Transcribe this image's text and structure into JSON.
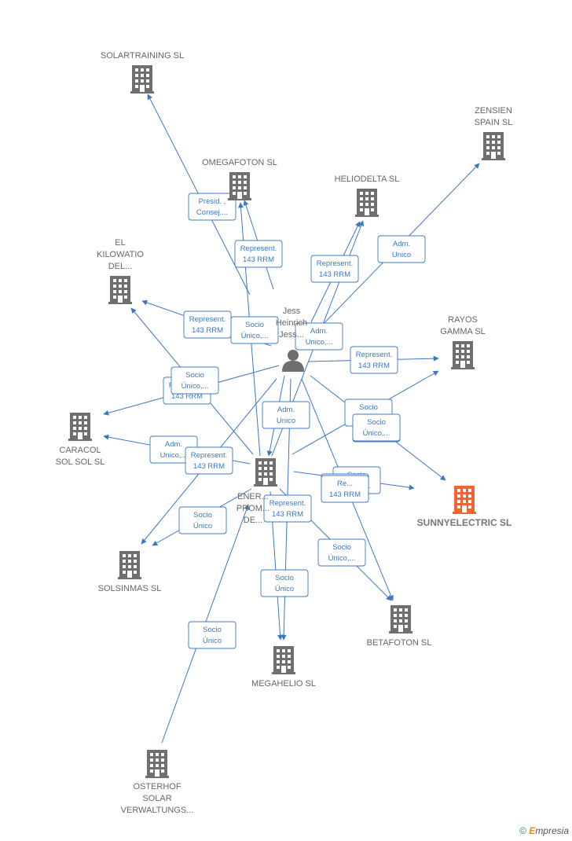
{
  "colors": {
    "edge": "#3b78c2",
    "building": "#6f6f6f",
    "building_highlight": "#f26533",
    "person": "#6f6f6f",
    "label": "#666666",
    "box_border": "#3b78c2",
    "box_fill": "#ffffff"
  },
  "nodes": [
    {
      "id": "solartraining",
      "type": "building",
      "label": [
        "SOLARTRAINING SL"
      ]
    },
    {
      "id": "zensien",
      "type": "building",
      "label": [
        "ZENSIEN",
        "SPAIN SL"
      ]
    },
    {
      "id": "omegafoton",
      "type": "building",
      "label": [
        "OMEGAFOTON SL"
      ]
    },
    {
      "id": "heliodelta",
      "type": "building",
      "label": [
        "HELIODELTA SL"
      ]
    },
    {
      "id": "kilowatio",
      "type": "building",
      "label": [
        "EL",
        "KILOWATIO",
        "DEL..."
      ]
    },
    {
      "id": "rayos",
      "type": "building",
      "label": [
        "RAYOS",
        "GAMMA SL"
      ]
    },
    {
      "id": "person",
      "type": "person",
      "label": [
        "Jess",
        "Heinrich",
        "Jess..."
      ]
    },
    {
      "id": "caracol",
      "type": "building",
      "label": [
        "CARACOL",
        "SOL SOL SL"
      ]
    },
    {
      "id": "ener",
      "type": "building",
      "label": [
        "ENER...",
        "PROM...",
        "DE..."
      ]
    },
    {
      "id": "sunny",
      "type": "building",
      "highlight": true,
      "label": [
        "SUNNYELECTRIC SL"
      ]
    },
    {
      "id": "solsinmas",
      "type": "building",
      "label": [
        "SOLSINMAS SL"
      ]
    },
    {
      "id": "betafoton",
      "type": "building",
      "label": [
        "BETAFOTON SL"
      ]
    },
    {
      "id": "megahelio",
      "type": "building",
      "label": [
        "MEGAHELIO SL"
      ]
    },
    {
      "id": "osterhof",
      "type": "building",
      "label": [
        "OSTERHOF",
        "SOLAR",
        "VERWALTUNGS..."
      ]
    }
  ],
  "edges": [
    {
      "from": "person",
      "to": "solartraining",
      "label": [
        "Presid. ,",
        "Consej...."
      ]
    },
    {
      "from": "person",
      "to": "omegafoton",
      "label": [
        "Represent.",
        "143 RRM"
      ]
    },
    {
      "from": "ener",
      "to": "omegafoton",
      "label": []
    },
    {
      "from": "person",
      "to": "heliodelta",
      "label": [
        "Represent.",
        "143 RRM"
      ]
    },
    {
      "from": "ener",
      "to": "heliodelta",
      "label": []
    },
    {
      "from": "person",
      "to": "zensien",
      "label": [
        "Adm.",
        "Unico"
      ]
    },
    {
      "from": "person",
      "to": "kilowatio",
      "label": [
        "Represent.",
        "143 RRM"
      ]
    },
    {
      "from": "person",
      "to": "rayos",
      "label": [
        "Represent.",
        "143 RRM"
      ]
    },
    {
      "from": "ener",
      "to": "rayos",
      "label": [
        "Socio",
        "Único,..."
      ]
    },
    {
      "from": "person",
      "to": "caracol",
      "label": [
        "Represent.",
        "143 RRM"
      ]
    },
    {
      "from": "ener",
      "to": "caracol",
      "label": [
        "Adm.",
        "Unico,..."
      ]
    },
    {
      "from": "person",
      "to": "ener",
      "label": [
        "Adm.",
        "Unico"
      ]
    },
    {
      "from": "person",
      "to": "sunny",
      "label": [
        "Represent.",
        "143 RRM"
      ]
    },
    {
      "from": "ener",
      "to": "sunny",
      "label": [
        "Socio",
        "Único,..."
      ]
    },
    {
      "from": "person",
      "to": "solsinmas",
      "label": [
        "Represent.",
        "143 RRM"
      ]
    },
    {
      "from": "ener",
      "to": "solsinmas",
      "label": [
        "Socio",
        "Único"
      ]
    },
    {
      "from": "person",
      "to": "betafoton",
      "label": [
        "Represent.",
        "143 RRM"
      ]
    },
    {
      "from": "ener",
      "to": "betafoton",
      "label": [
        "Socio",
        "Único,..."
      ]
    },
    {
      "from": "person",
      "to": "megahelio",
      "label": [
        "Represent.",
        "143 RRM"
      ]
    },
    {
      "from": "ener",
      "to": "megahelio",
      "label": [
        "Socio",
        "Único"
      ]
    },
    {
      "from": "osterhof",
      "to": "ener",
      "label": [
        "Socio",
        "Único"
      ]
    },
    {
      "from": "ener",
      "to": "kilowatio",
      "label": [
        "Socio",
        "Único,..."
      ]
    }
  ],
  "extra_boxes": [
    {
      "id": "x1",
      "label": [
        "Socio",
        "Único,..."
      ]
    },
    {
      "id": "x2",
      "label": [
        "Adm.",
        "Unico,..."
      ]
    },
    {
      "id": "x3",
      "label": [
        "Socio",
        "Único,..."
      ]
    },
    {
      "id": "x4",
      "label": [
        "Re...",
        "143 RRM"
      ]
    }
  ],
  "footer": {
    "copyright": "©",
    "brand_initial": "E",
    "brand_rest": "mpresia"
  }
}
